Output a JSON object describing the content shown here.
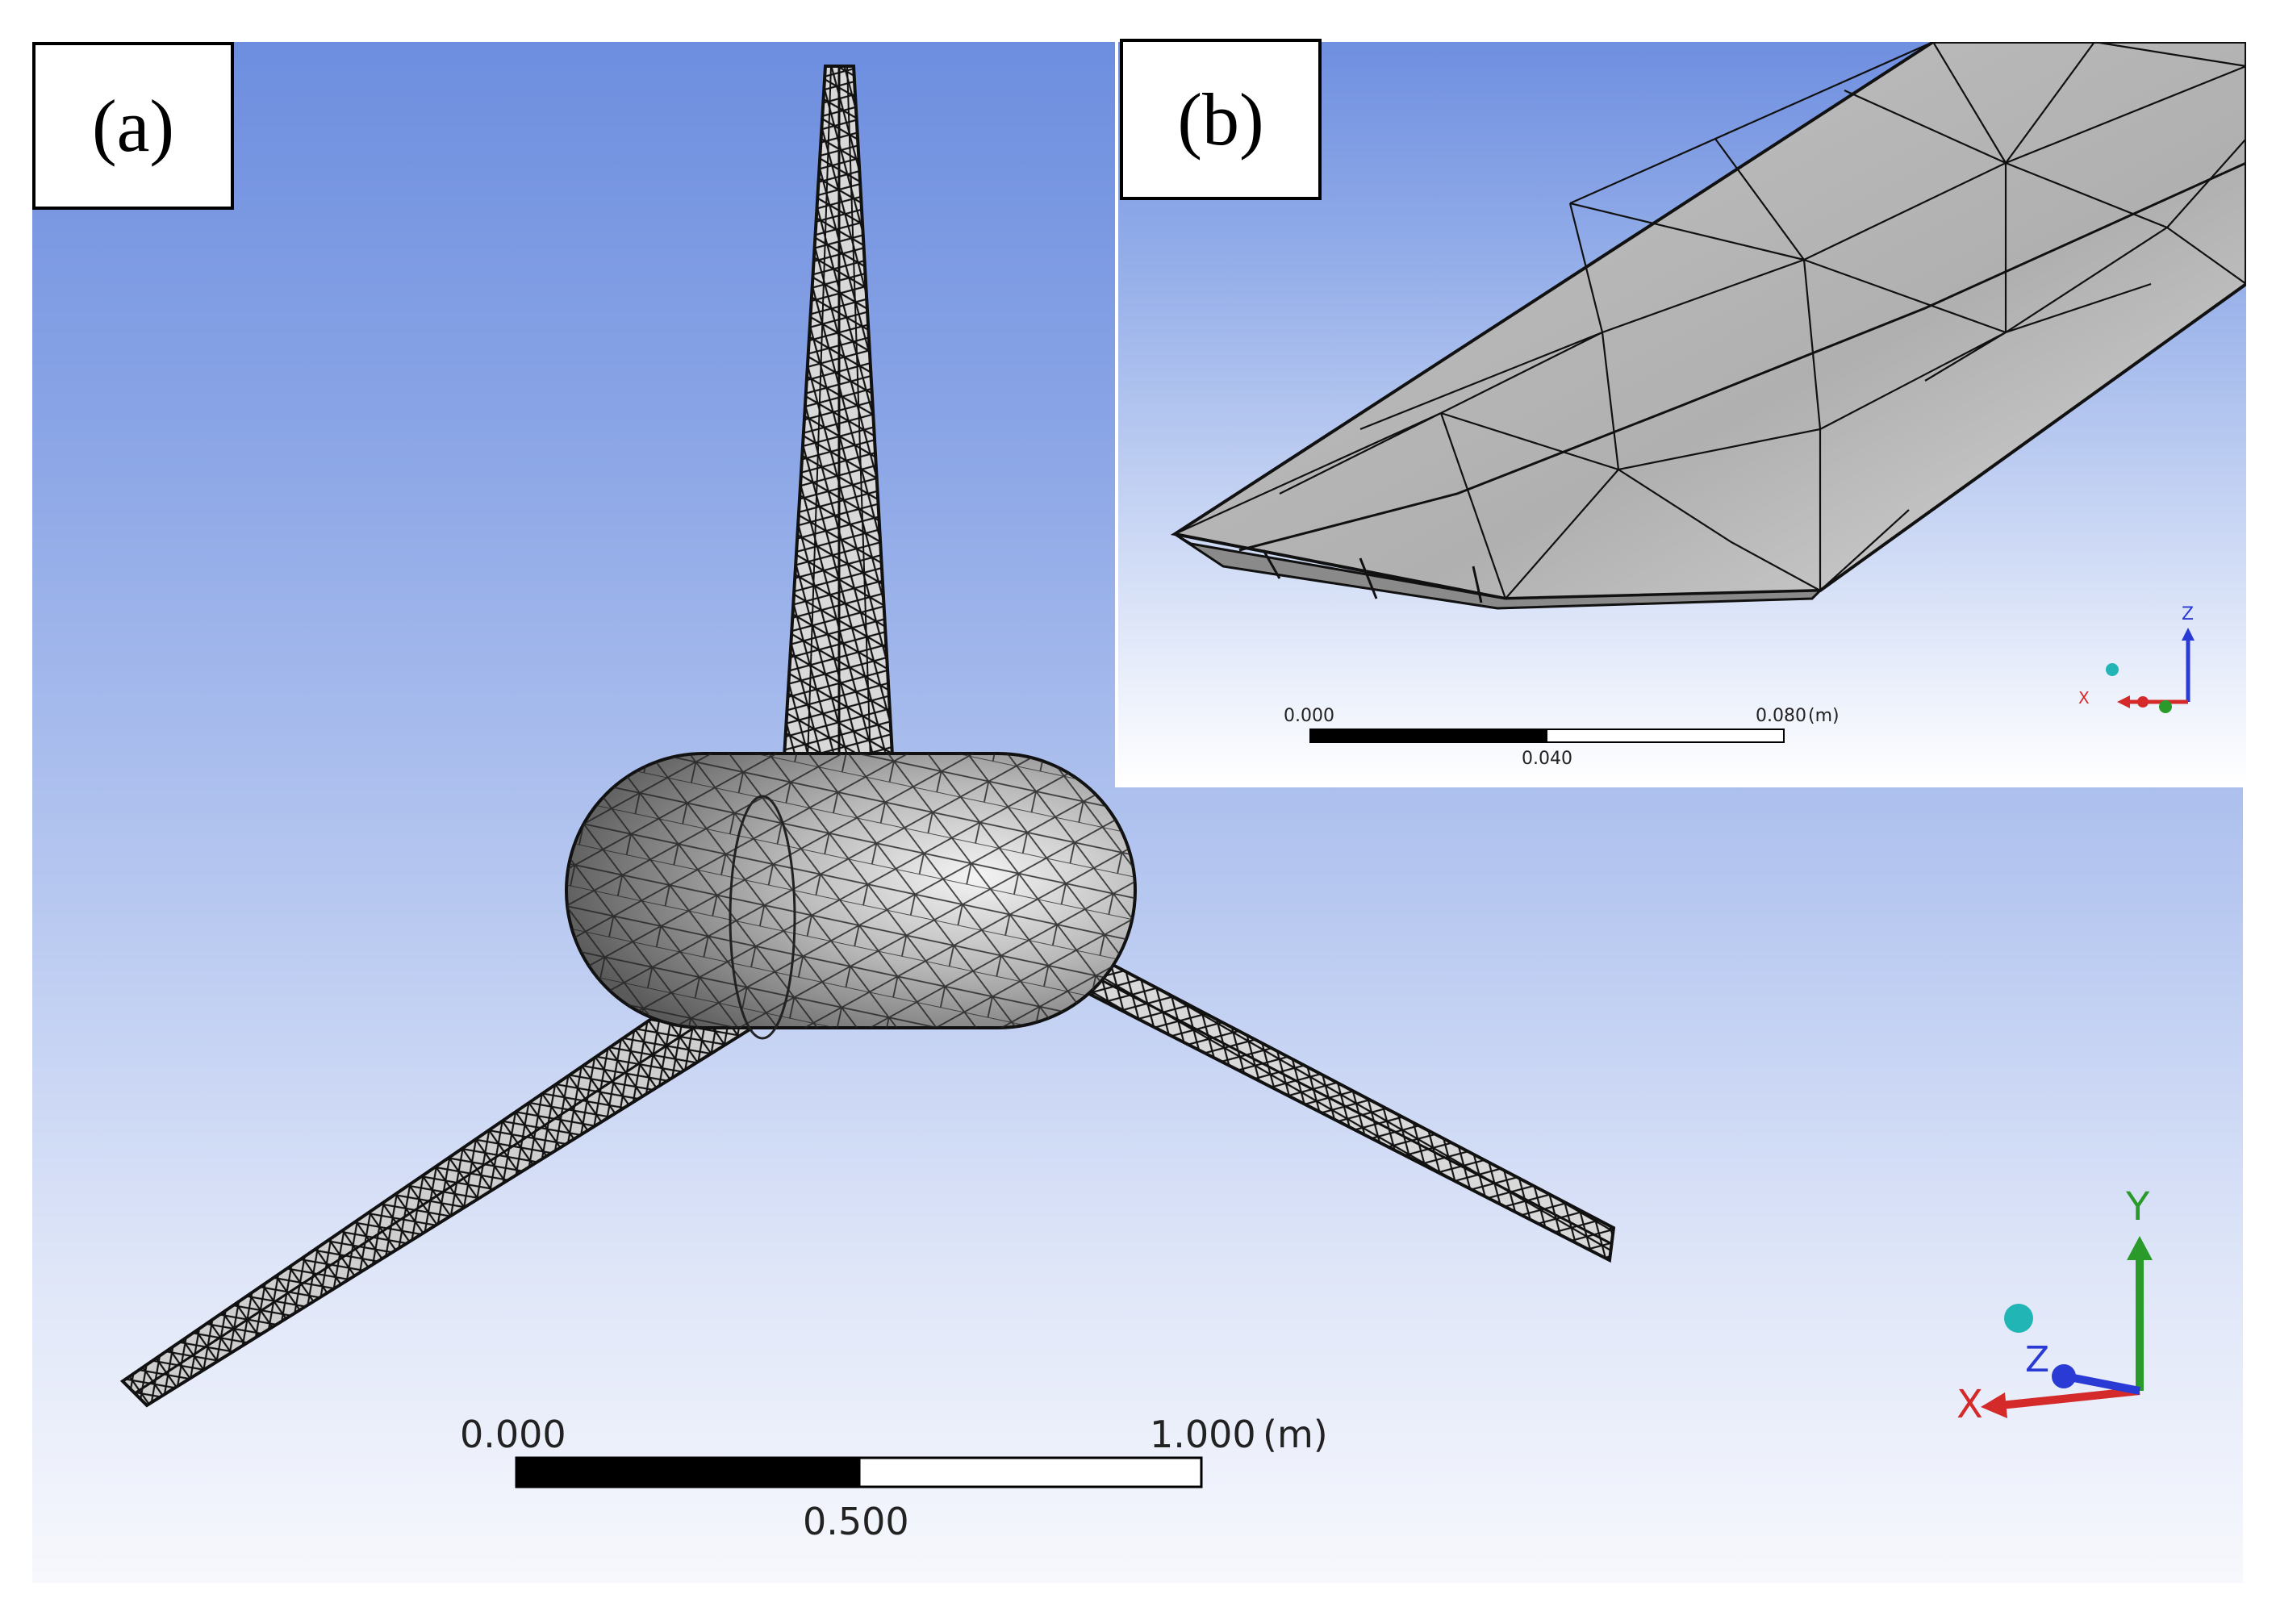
{
  "panel_a": {
    "label": "(a)",
    "scale": {
      "start": "0.000",
      "mid": "0.500",
      "end": "1.000",
      "unit": "(m)"
    },
    "axes": {
      "y": "Y",
      "z": "Z",
      "x": "X"
    }
  },
  "panel_b": {
    "label": "(b)",
    "scale": {
      "start": "0.000",
      "mid": "0.040",
      "end": "0.080",
      "unit": "(m)"
    },
    "axes": {
      "z": "Z",
      "x": "X"
    }
  },
  "colors": {
    "axis_x": "#d42a2a",
    "axis_y": "#2a9a2a",
    "axis_z": "#2a3ad4",
    "mesh_line": "#111111",
    "hub_fill": "#9a9a9a"
  }
}
